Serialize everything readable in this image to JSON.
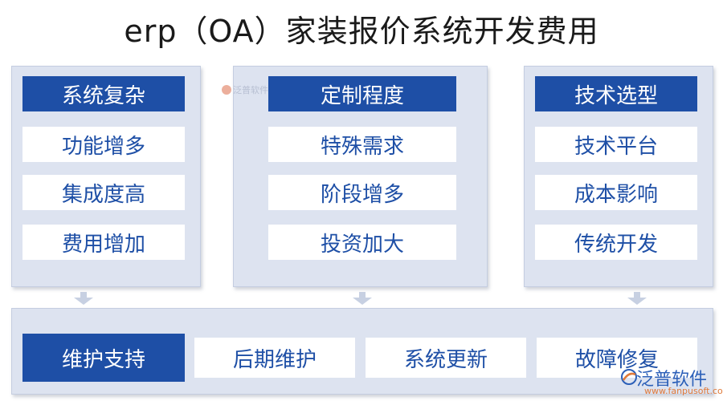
{
  "title": "erp（OA）家装报价系统开发费用",
  "columns": [
    {
      "header": "系统复杂",
      "items": [
        "功能增多",
        "集成度高",
        "费用增加"
      ]
    },
    {
      "header": "定制程度",
      "items": [
        "特殊需求",
        "阶段增多",
        "投资加大"
      ]
    },
    {
      "header": "技术选型",
      "items": [
        "技术平台",
        "成本影响",
        "传统开发"
      ]
    }
  ],
  "bottom": {
    "header": "维护支持",
    "items": [
      "后期维护",
      "系统更新",
      "故障修复"
    ]
  },
  "watermark": {
    "brand": "泛普软件",
    "url": "www.fanpusoft.com",
    "small": "泛普软件"
  },
  "colors": {
    "header_fill": "#1e4fa6",
    "panel_fill": "#dde3f0",
    "item_text": "#1e4fa6",
    "arrow": "#c7d0e2"
  }
}
